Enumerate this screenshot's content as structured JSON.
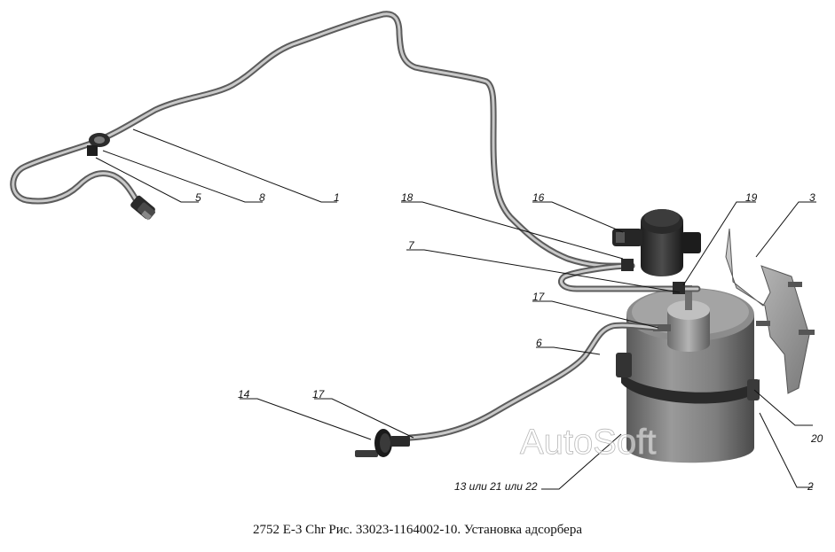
{
  "caption": "2752 Е-3  Chr Рис. 33023-1164002-10. Установка адсорбера",
  "watermark": "AutoSoft",
  "callouts": {
    "c1": "1",
    "c2": "2",
    "c3": "3",
    "c5": "5",
    "c6": "6",
    "c7": "7",
    "c8": "8",
    "c14": "14",
    "c16": "16",
    "c17a": "17",
    "c17b": "17",
    "c18": "18",
    "c19": "19",
    "c20": "20",
    "c13_21_22": "13 или 21 или 22"
  },
  "colors": {
    "tube": "#8a8a8a",
    "body_dark": "#3a3a3a",
    "canister": "#7a7a7a"
  }
}
